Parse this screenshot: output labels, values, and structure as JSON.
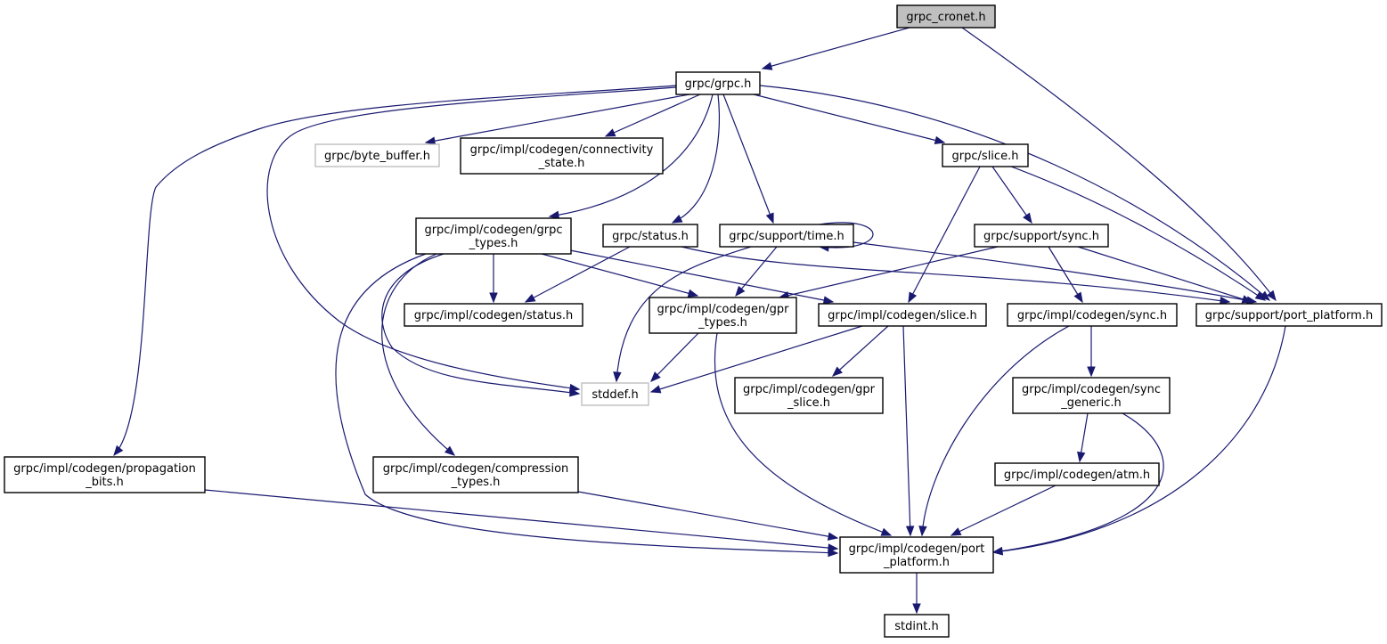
{
  "title": "grpc_cronet.h include dependency graph",
  "colors": {
    "edge": "#191970",
    "node_border": "#000000",
    "node_border_missing": "#bfbfbf",
    "root_fill": "#bfbfbf",
    "node_fill": "#ffffff"
  },
  "nodes": [
    {
      "id": "cronet",
      "lines": [
        "grpc_cronet.h"
      ],
      "kind": "root"
    },
    {
      "id": "grpc",
      "lines": [
        "grpc/grpc.h"
      ],
      "kind": "normal"
    },
    {
      "id": "byte_buffer",
      "lines": [
        "grpc/byte_buffer.h"
      ],
      "kind": "missing"
    },
    {
      "id": "connectivity",
      "lines": [
        "grpc/impl/codegen/connectivity",
        "_state.h"
      ],
      "kind": "normal"
    },
    {
      "id": "slice",
      "lines": [
        "grpc/slice.h"
      ],
      "kind": "normal"
    },
    {
      "id": "grpc_types",
      "lines": [
        "grpc/impl/codegen/grpc",
        "_types.h"
      ],
      "kind": "normal"
    },
    {
      "id": "status",
      "lines": [
        "grpc/status.h"
      ],
      "kind": "normal"
    },
    {
      "id": "time",
      "lines": [
        "grpc/support/time.h"
      ],
      "kind": "normal"
    },
    {
      "id": "sync",
      "lines": [
        "grpc/support/sync.h"
      ],
      "kind": "normal"
    },
    {
      "id": "cg_status",
      "lines": [
        "grpc/impl/codegen/status.h"
      ],
      "kind": "normal"
    },
    {
      "id": "gpr_types",
      "lines": [
        "grpc/impl/codegen/gpr",
        "_types.h"
      ],
      "kind": "normal"
    },
    {
      "id": "cg_slice",
      "lines": [
        "grpc/impl/codegen/slice.h"
      ],
      "kind": "normal"
    },
    {
      "id": "cg_sync",
      "lines": [
        "grpc/impl/codegen/sync.h"
      ],
      "kind": "normal"
    },
    {
      "id": "port_platform",
      "lines": [
        "grpc/support/port_platform.h"
      ],
      "kind": "normal"
    },
    {
      "id": "stddef",
      "lines": [
        "stddef.h"
      ],
      "kind": "missing"
    },
    {
      "id": "gpr_slice",
      "lines": [
        "grpc/impl/codegen/gpr",
        "_slice.h"
      ],
      "kind": "normal"
    },
    {
      "id": "sync_generic",
      "lines": [
        "grpc/impl/codegen/sync",
        "_generic.h"
      ],
      "kind": "normal"
    },
    {
      "id": "atm",
      "lines": [
        "grpc/impl/codegen/atm.h"
      ],
      "kind": "normal"
    },
    {
      "id": "propagation",
      "lines": [
        "grpc/impl/codegen/propagation",
        "_bits.h"
      ],
      "kind": "normal"
    },
    {
      "id": "compression",
      "lines": [
        "grpc/impl/codegen/compression",
        "_types.h"
      ],
      "kind": "normal"
    },
    {
      "id": "cg_port_platform",
      "lines": [
        "grpc/impl/codegen/port",
        "_platform.h"
      ],
      "kind": "normal"
    },
    {
      "id": "stdint",
      "lines": [
        "stdint.h"
      ],
      "kind": "normal"
    }
  ],
  "edges": [
    {
      "from": "cronet",
      "to": "grpc"
    },
    {
      "from": "cronet",
      "to": "port_platform"
    },
    {
      "from": "grpc",
      "to": "byte_buffer"
    },
    {
      "from": "grpc",
      "to": "connectivity"
    },
    {
      "from": "grpc",
      "to": "slice"
    },
    {
      "from": "grpc",
      "to": "grpc_types"
    },
    {
      "from": "grpc",
      "to": "status"
    },
    {
      "from": "grpc",
      "to": "time"
    },
    {
      "from": "grpc",
      "to": "port_platform"
    },
    {
      "from": "grpc",
      "to": "stddef"
    },
    {
      "from": "grpc",
      "to": "propagation"
    },
    {
      "from": "slice",
      "to": "sync"
    },
    {
      "from": "slice",
      "to": "cg_slice"
    },
    {
      "from": "slice",
      "to": "port_platform"
    },
    {
      "from": "grpc_types",
      "to": "cg_status"
    },
    {
      "from": "grpc_types",
      "to": "gpr_types"
    },
    {
      "from": "grpc_types",
      "to": "cg_slice"
    },
    {
      "from": "grpc_types",
      "to": "stddef"
    },
    {
      "from": "grpc_types",
      "to": "compression"
    },
    {
      "from": "grpc_types",
      "to": "cg_port_platform"
    },
    {
      "from": "status",
      "to": "cg_status"
    },
    {
      "from": "status",
      "to": "port_platform"
    },
    {
      "from": "time",
      "to": "time"
    },
    {
      "from": "time",
      "to": "gpr_types"
    },
    {
      "from": "time",
      "to": "stddef"
    },
    {
      "from": "time",
      "to": "port_platform"
    },
    {
      "from": "sync",
      "to": "gpr_types"
    },
    {
      "from": "sync",
      "to": "cg_sync"
    },
    {
      "from": "sync",
      "to": "port_platform"
    },
    {
      "from": "gpr_types",
      "to": "stddef"
    },
    {
      "from": "gpr_types",
      "to": "cg_port_platform"
    },
    {
      "from": "cg_slice",
      "to": "stddef"
    },
    {
      "from": "cg_slice",
      "to": "gpr_slice"
    },
    {
      "from": "cg_slice",
      "to": "cg_port_platform"
    },
    {
      "from": "cg_sync",
      "to": "sync_generic"
    },
    {
      "from": "cg_sync",
      "to": "cg_port_platform"
    },
    {
      "from": "sync_generic",
      "to": "atm"
    },
    {
      "from": "sync_generic",
      "to": "cg_port_platform"
    },
    {
      "from": "atm",
      "to": "cg_port_platform"
    },
    {
      "from": "port_platform",
      "to": "cg_port_platform"
    },
    {
      "from": "propagation",
      "to": "cg_port_platform"
    },
    {
      "from": "compression",
      "to": "cg_port_platform"
    },
    {
      "from": "cg_port_platform",
      "to": "stdint"
    }
  ]
}
